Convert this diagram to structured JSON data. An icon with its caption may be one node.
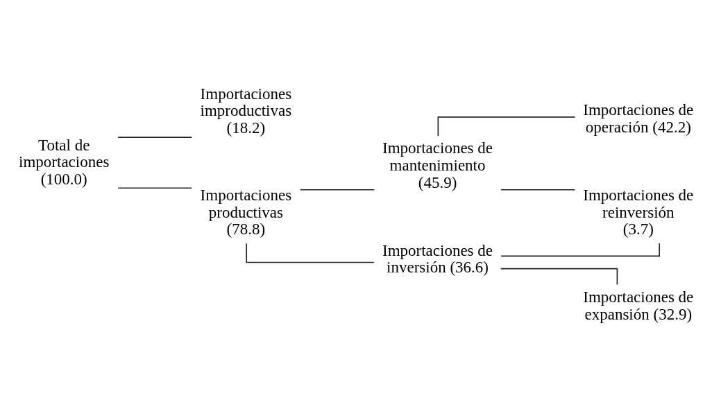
{
  "diagram": {
    "nodes": [
      {
        "text": [
          "Total de importaciones (100.0)"
        ]
      },
      {
        "text": [
          "Importaciones improductivas (18.2)"
        ]
      },
      {
        "text": [
          "Importaciones productivas (78.8)"
        ]
      },
      {
        "text": [
          "Importaciones de mantenimiento (45.9)"
        ]
      },
      {
        "text": [
          "Importaciones de inversión (36.6)"
        ]
      },
      {
        "text": [
          "Importaciones de operación (42.2)"
        ]
      },
      {
        "text": [
          "Importaciones de reinversión (3.7)"
        ]
      },
      {
        "text": [
          "Importaciones de expansión (32.9)"
        ]
      }
    ],
    "edges": [
      {
        "from": 0,
        "to": 1,
        "arrow": "none"
      },
      {
        "from": 0,
        "to": 2,
        "arrow": "none"
      },
      {
        "from": 2,
        "to": 3,
        "arrow": "none"
      },
      {
        "from": 2,
        "to": 4,
        "arrow": "none"
      },
      {
        "from": 3,
        "to": 5,
        "arrow": "none"
      },
      {
        "from": 3,
        "to": 6,
        "arrow": "none"
      },
      {
        "from": 4,
        "to": 6,
        "arrow": "none"
      },
      {
        "from": 4,
        "to": 7,
        "arrow": "none"
      }
    ]
  }
}
